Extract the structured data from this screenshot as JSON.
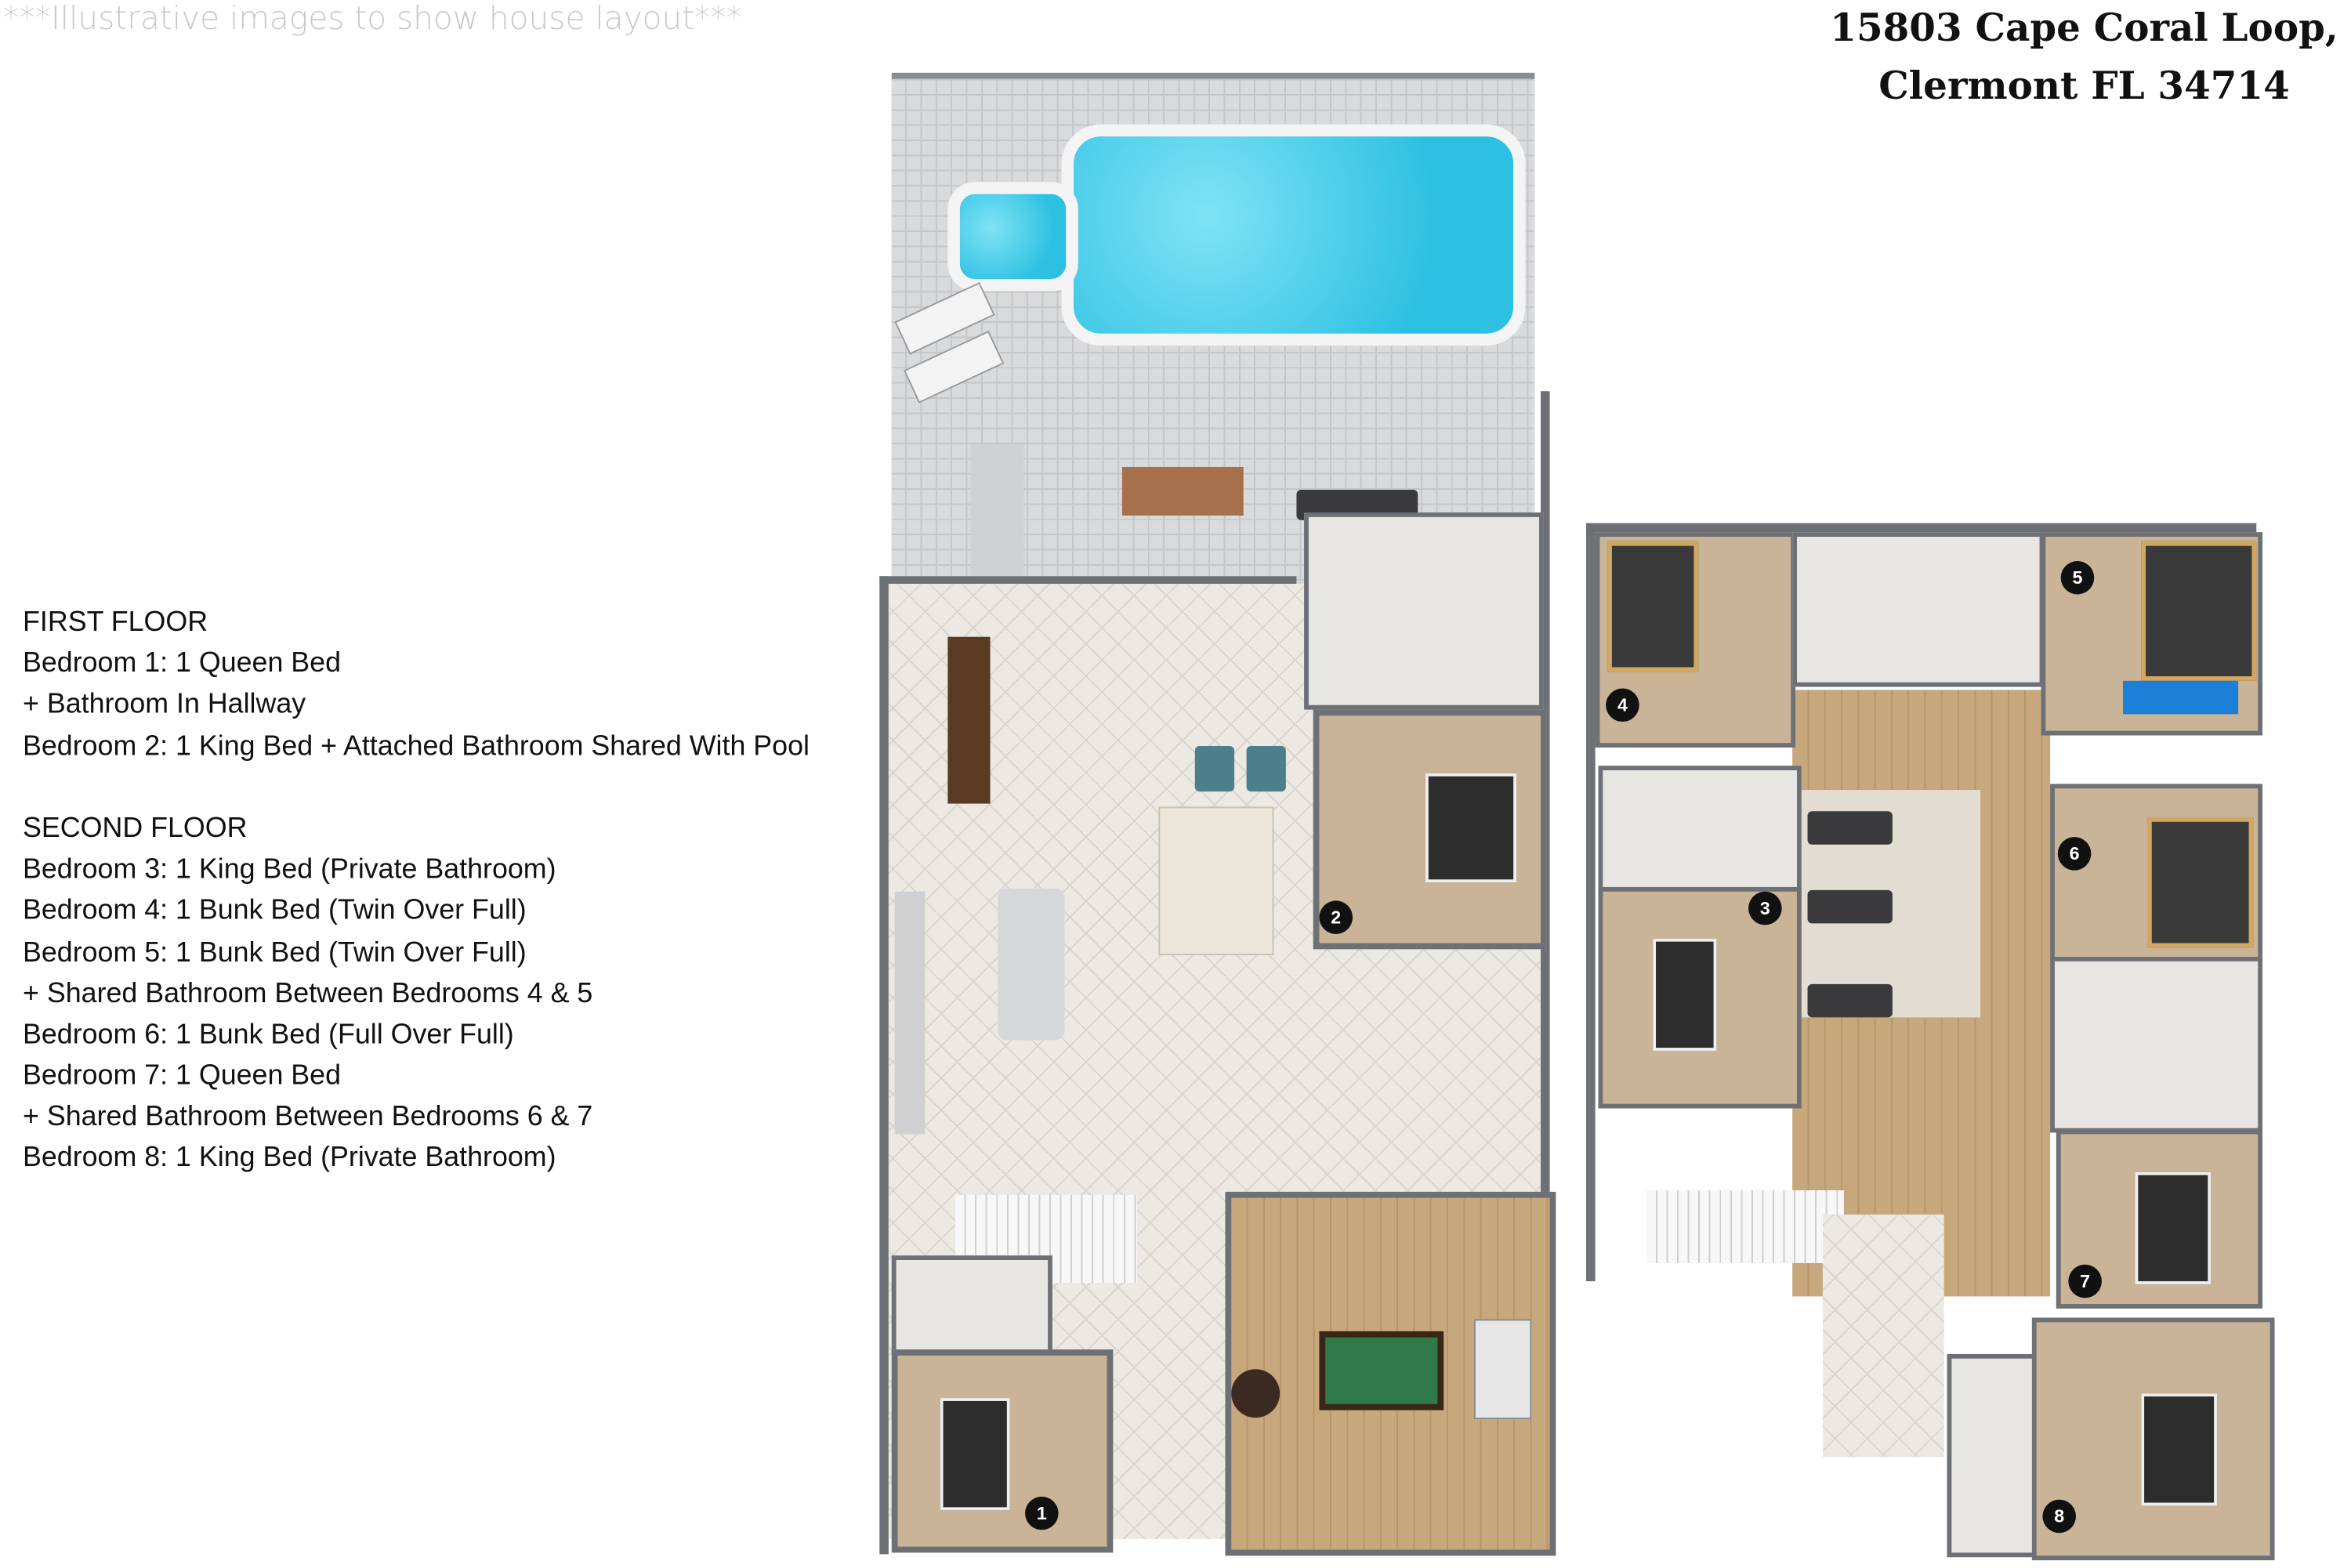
{
  "disclaimer": "***Illustrative images to show house layout***",
  "address": {
    "line1": "15803 Cape Coral Loop,",
    "line2": "Clermont FL 34714"
  },
  "legend": [
    "FIRST FLOOR",
    "Bedroom 1: 1 Queen Bed",
    "+ Bathroom In Hallway",
    "Bedroom 2: 1 King Bed + Attached Bathroom Shared With Pool",
    "",
    "SECOND FLOOR",
    "Bedroom 3: 1 King Bed (Private Bathroom)",
    "Bedroom 4: 1 Bunk Bed (Twin Over Full)",
    "Bedroom 5: 1 Bunk Bed (Twin Over Full)",
    "+ Shared Bathroom Between Bedrooms 4 & 5",
    "Bedroom 6: 1 Bunk Bed (Full Over Full)",
    "Bedroom 7: 1 Queen Bed",
    "+ Shared Bathroom Between Bedrooms 6 & 7",
    "Bedroom 8: 1 King Bed (Private Bathroom)"
  ],
  "markers": {
    "b1": "1",
    "b2": "2",
    "b3": "3",
    "b4": "4",
    "b5": "5",
    "b6": "6",
    "b7": "7",
    "b8": "8"
  },
  "colors": {
    "pool": "#2dc0e2",
    "carpet": "#c9b497",
    "wood": "#c7a77c",
    "wall": "#6d7075",
    "tile": "#ece9e3"
  }
}
